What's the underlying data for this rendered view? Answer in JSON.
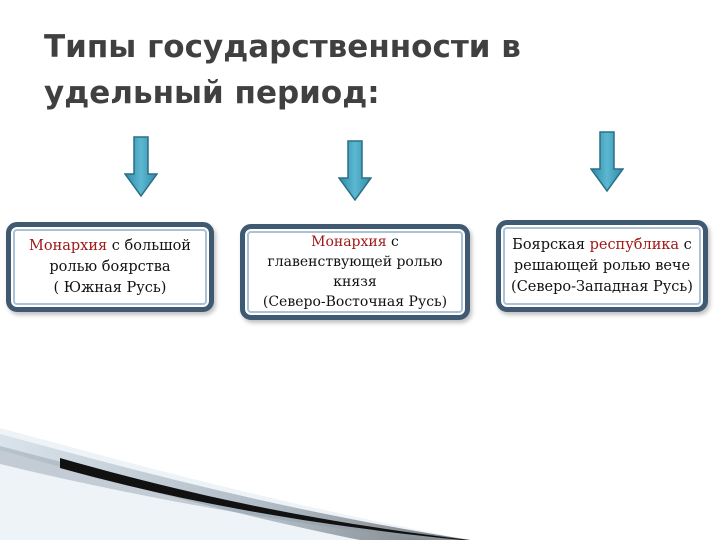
{
  "title": "Типы государственности в удельный период:",
  "colors": {
    "title": "#404040",
    "arrow": "#4aa6bf",
    "box_border": "#3f5a70",
    "highlight": "#a01818"
  },
  "boxes": [
    {
      "highlight": "Монархия",
      "rest_line1": " с большой",
      "line2": "ролью боярства",
      "line3": "( Южная Русь)"
    },
    {
      "highlight": "Монархия",
      "rest_line1": " с",
      "line2": "главенствующей ролью",
      "line3": "князя",
      "line4": "(Северо-Восточная Русь)"
    },
    {
      "prefix": "Боярская ",
      "highlight": "республика",
      "rest_line1": " с",
      "line2": "решающей ролью вече",
      "line3": "(Северо-Западная Русь)"
    }
  ]
}
